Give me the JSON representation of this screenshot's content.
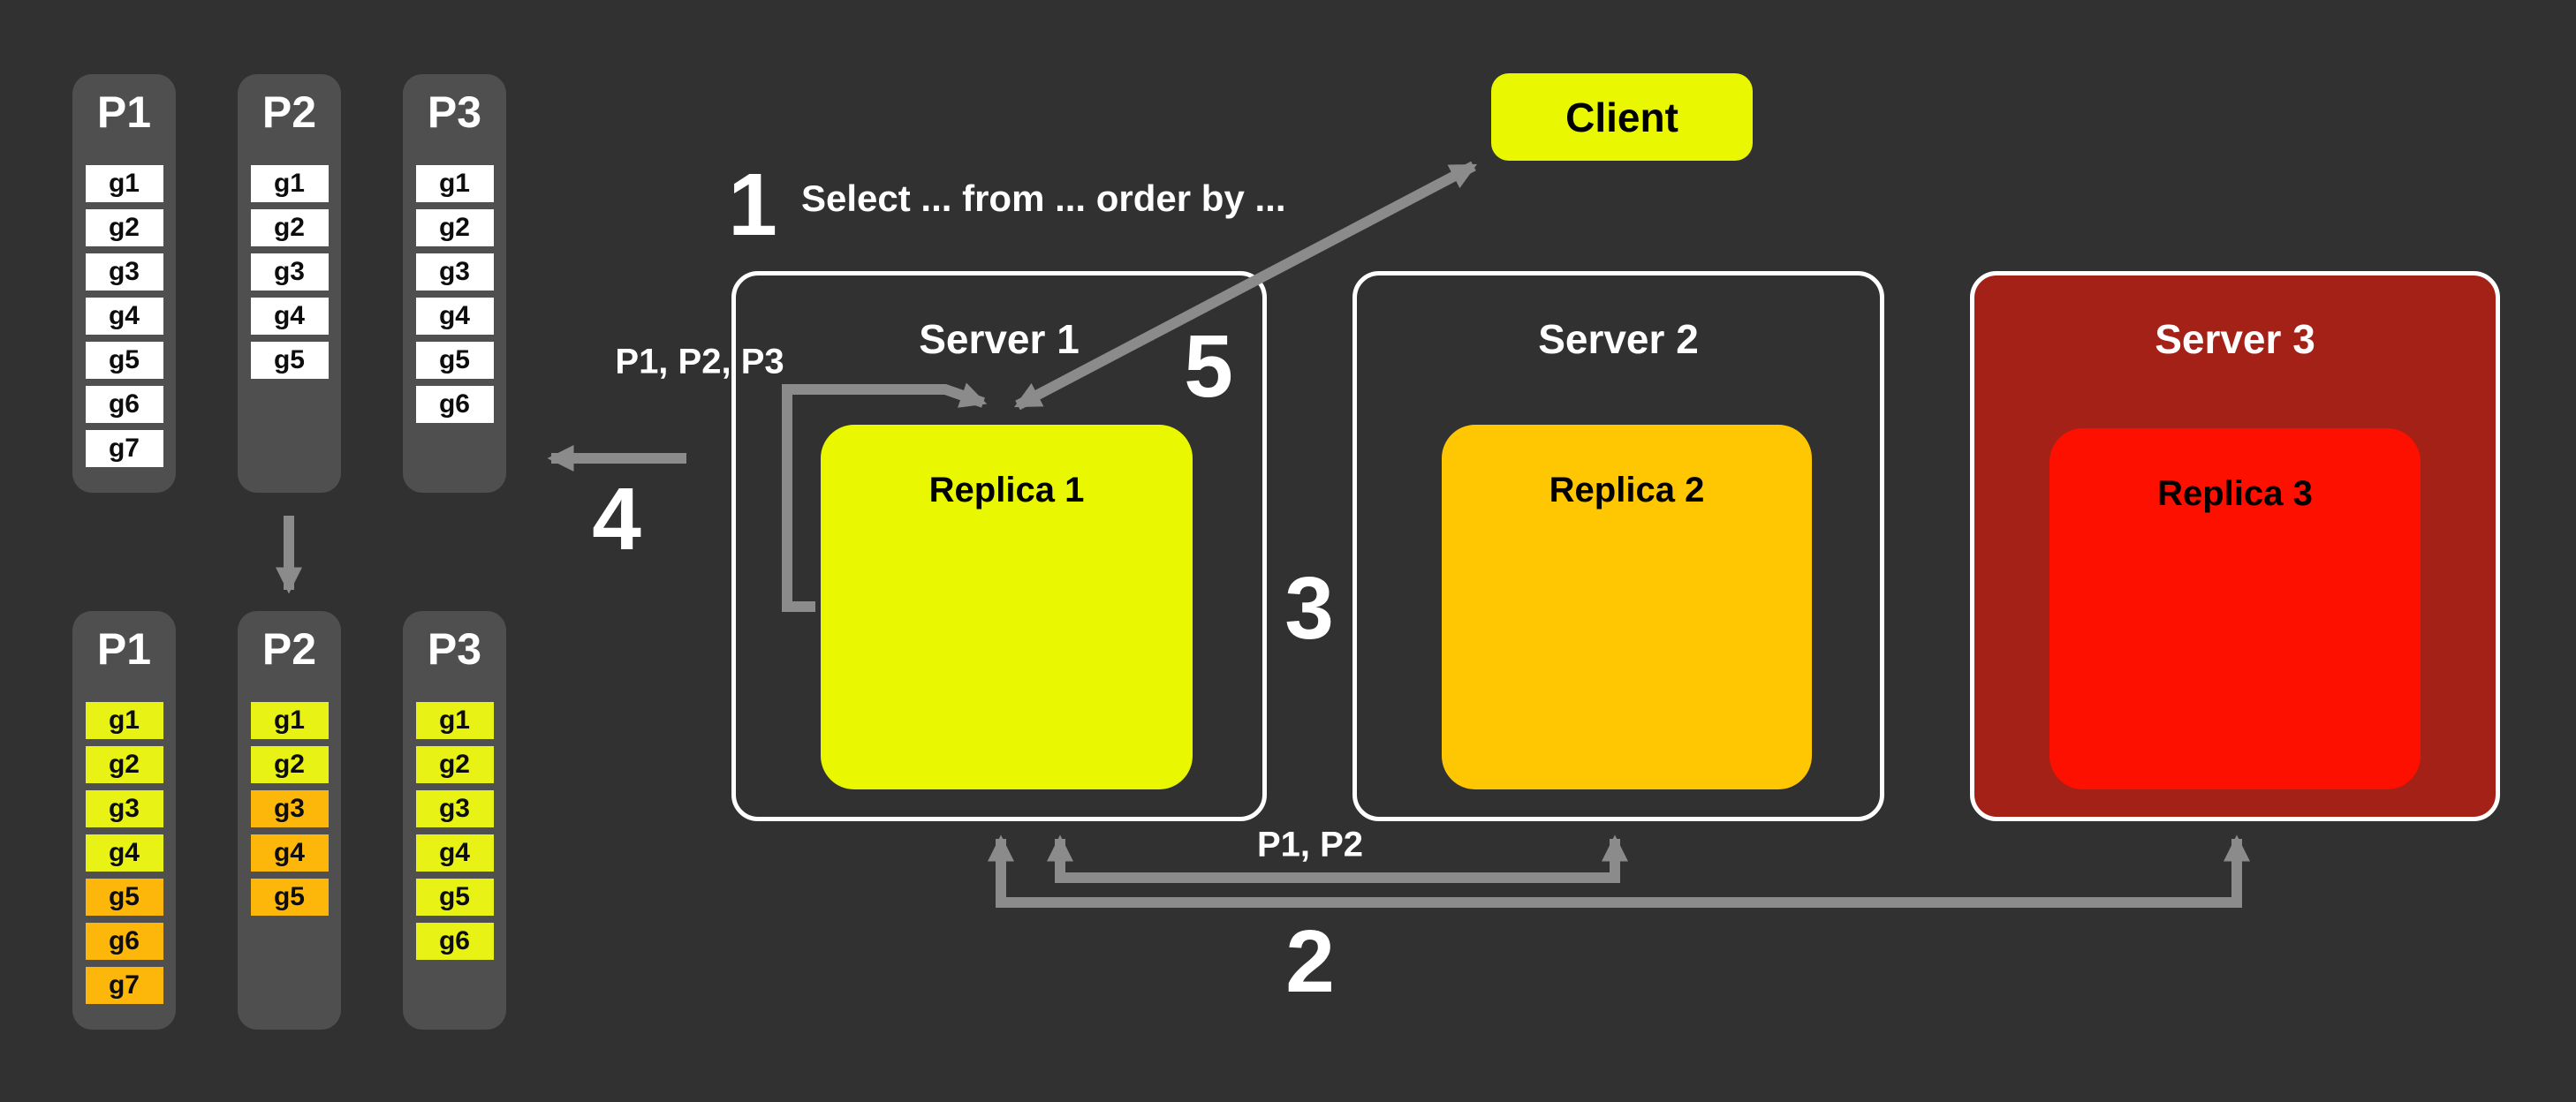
{
  "palette": {
    "background": "#313131",
    "column": "#4f4f4f",
    "white_box": "#ffffff",
    "yellow": "#e9f800",
    "yellow_box": "#e8f215",
    "orange": "#ffc602",
    "orange_box": "#fdb70a",
    "red": "#fe1000",
    "dark_red": "#a42117",
    "arrow": "#8b8b8b",
    "border": "#ffffff"
  },
  "caption": {
    "step_query": "Select ... from ... order by ..."
  },
  "steps": {
    "step1": "1",
    "step2": "2",
    "step3": "3",
    "step4": "4",
    "step5": "5"
  },
  "labels": {
    "partitions_in": "P1, P2, P3",
    "partitions_sync": "P1, P2"
  },
  "client": {
    "label": "Client"
  },
  "partitions": {
    "unsorted": [
      {
        "name": "P1",
        "groups": [
          {
            "label": "g1",
            "color": "white"
          },
          {
            "label": "g2",
            "color": "white"
          },
          {
            "label": "g3",
            "color": "white"
          },
          {
            "label": "g4",
            "color": "white"
          },
          {
            "label": "g5",
            "color": "white"
          },
          {
            "label": "g6",
            "color": "white"
          },
          {
            "label": "g7",
            "color": "white"
          }
        ]
      },
      {
        "name": "P2",
        "groups": [
          {
            "label": "g1",
            "color": "white"
          },
          {
            "label": "g2",
            "color": "white"
          },
          {
            "label": "g3",
            "color": "white"
          },
          {
            "label": "g4",
            "color": "white"
          },
          {
            "label": "g5",
            "color": "white"
          }
        ]
      },
      {
        "name": "P3",
        "groups": [
          {
            "label": "g1",
            "color": "white"
          },
          {
            "label": "g2",
            "color": "white"
          },
          {
            "label": "g3",
            "color": "white"
          },
          {
            "label": "g4",
            "color": "white"
          },
          {
            "label": "g5",
            "color": "white"
          },
          {
            "label": "g6",
            "color": "white"
          }
        ]
      }
    ],
    "sorted": [
      {
        "name": "P1",
        "groups": [
          {
            "label": "g1",
            "color": "yellow"
          },
          {
            "label": "g2",
            "color": "yellow"
          },
          {
            "label": "g3",
            "color": "yellow"
          },
          {
            "label": "g4",
            "color": "yellow"
          },
          {
            "label": "g5",
            "color": "orange"
          },
          {
            "label": "g6",
            "color": "orange"
          },
          {
            "label": "g7",
            "color": "orange"
          }
        ]
      },
      {
        "name": "P2",
        "groups": [
          {
            "label": "g1",
            "color": "yellow"
          },
          {
            "label": "g2",
            "color": "yellow"
          },
          {
            "label": "g3",
            "color": "orange"
          },
          {
            "label": "g4",
            "color": "orange"
          },
          {
            "label": "g5",
            "color": "orange"
          }
        ]
      },
      {
        "name": "P3",
        "groups": [
          {
            "label": "g1",
            "color": "yellow"
          },
          {
            "label": "g2",
            "color": "yellow"
          },
          {
            "label": "g3",
            "color": "yellow"
          },
          {
            "label": "g4",
            "color": "yellow"
          },
          {
            "label": "g5",
            "color": "yellow"
          },
          {
            "label": "g6",
            "color": "yellow"
          }
        ]
      }
    ]
  },
  "servers": [
    {
      "name": "Server 1",
      "replica": "Replica 1",
      "box_fill": "none",
      "replica_fill": "yellow"
    },
    {
      "name": "Server 2",
      "replica": "Replica 2",
      "box_fill": "none",
      "replica_fill": "orange"
    },
    {
      "name": "Server 3",
      "replica": "Replica 3",
      "box_fill": "dark_red",
      "replica_fill": "red"
    }
  ]
}
